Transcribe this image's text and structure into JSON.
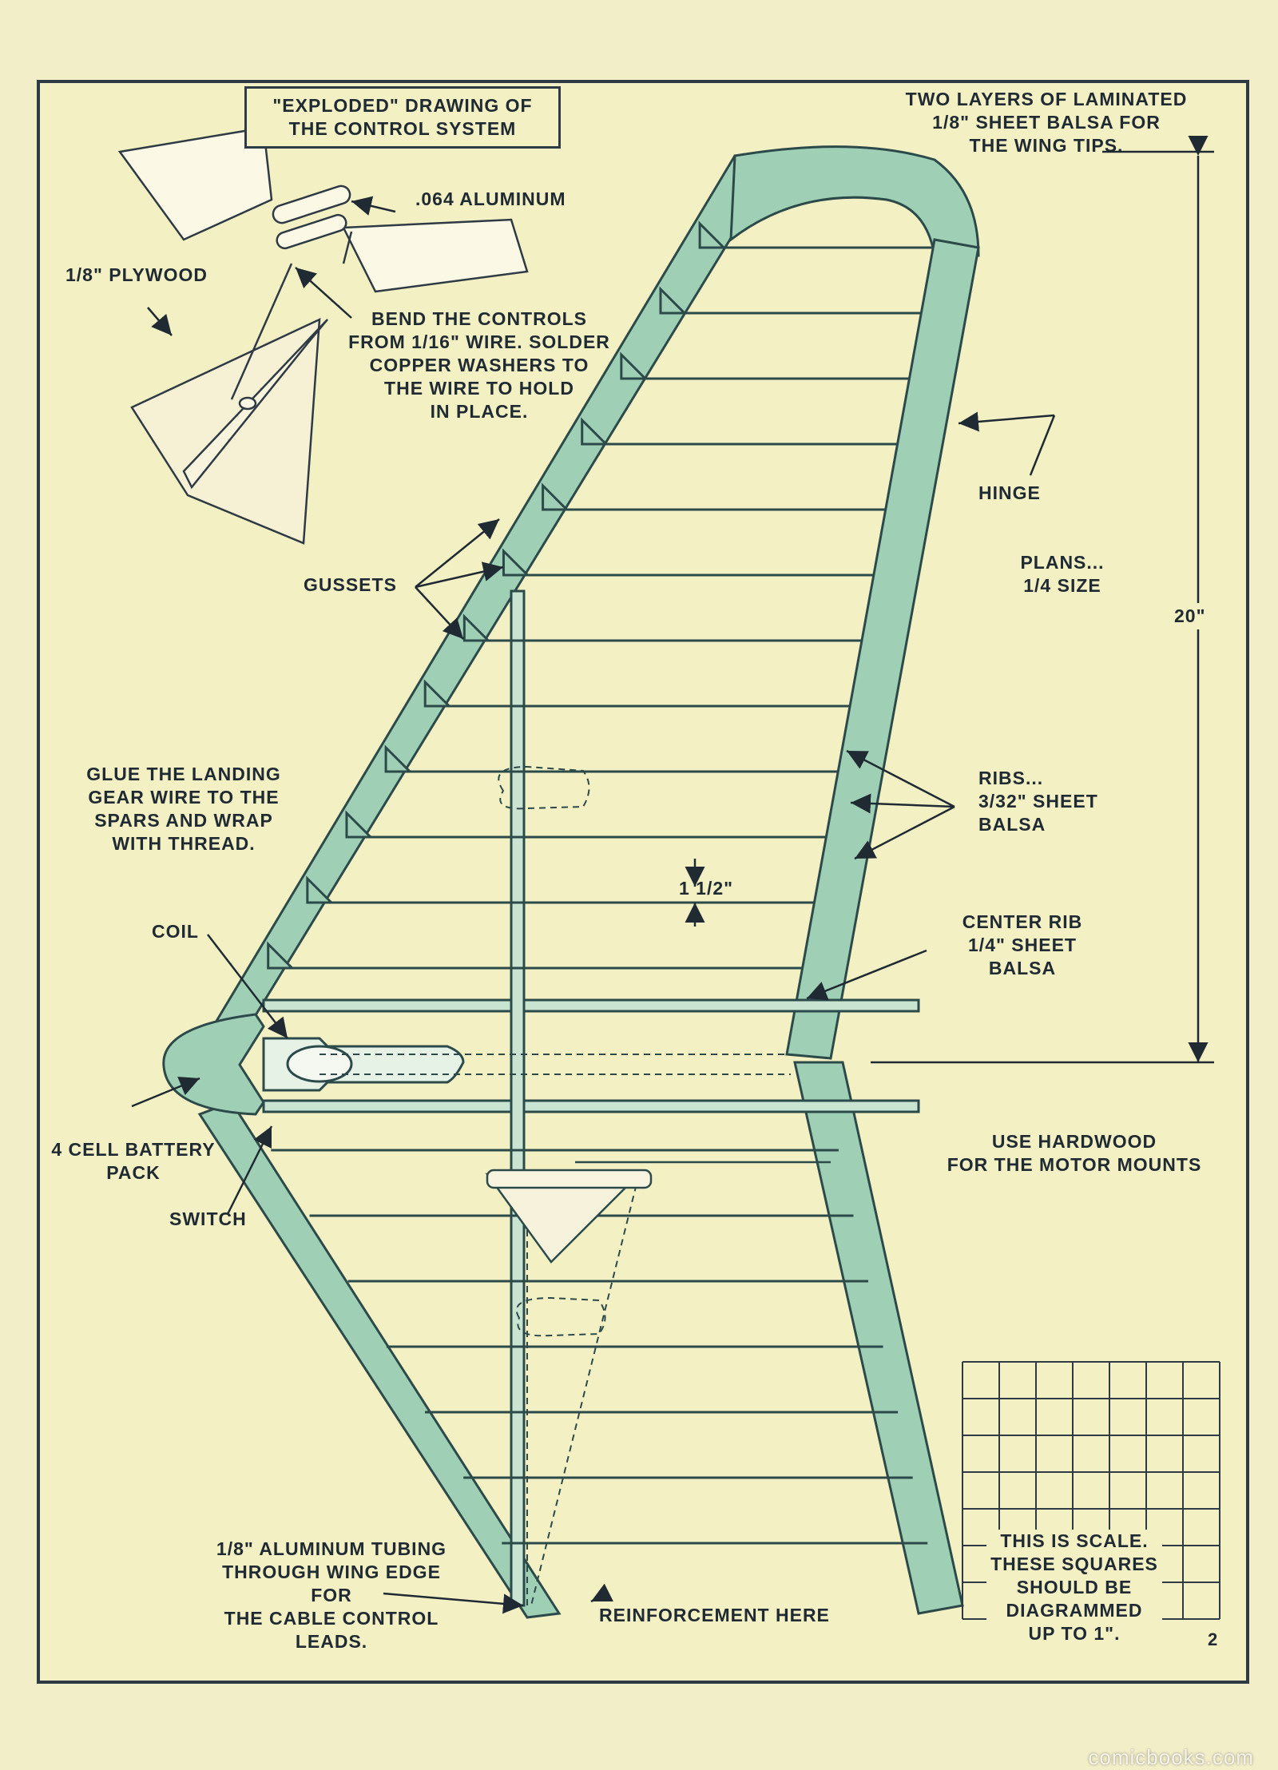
{
  "title": "\"EXPLODED\" DRAWING OF\nTHE CONTROL SYSTEM",
  "labels": {
    "wing_tips": "TWO LAYERS OF LAMINATED\n1/8\" SHEET BALSA FOR\nTHE WING TIPS.",
    "aluminum": ".064 ALUMINUM",
    "plywood": "1/8\" PLYWOOD",
    "bend_controls": "BEND THE CONTROLS\nFROM 1/16\" WIRE. SOLDER\nCOPPER WASHERS TO\nTHE WIRE TO HOLD\nIN PLACE.",
    "hinge": "HINGE",
    "plans_size": "PLANS...\n1/4 SIZE",
    "gussets": "GUSSETS",
    "dimension_20": "20\"",
    "landing_gear": "GLUE THE LANDING\nGEAR WIRE TO THE\nSPARS AND WRAP\nWITH THREAD.",
    "ribs": "RIBS...\n3/32\" SHEET\nBALSA",
    "rib_spacing": "1 1/2\"",
    "coil": "COIL",
    "center_rib": "CENTER RIB\n1/4\" SHEET\nBALSA",
    "battery": "4 CELL BATTERY\nPACK",
    "motor_mounts": "USE HARDWOOD\nFOR THE MOTOR MOUNTS",
    "switch": "SWITCH",
    "aluminum_tubing": "1/8\" ALUMINUM TUBING\nTHROUGH WING EDGE FOR\nTHE CABLE CONTROL\nLEADS.",
    "reinforcement": "REINFORCEMENT HERE",
    "scale_note": "THIS IS SCALE.\nTHESE SQUARES\nSHOULD BE\nDIAGRAMMED\nUP TO 1\"."
  },
  "page_number": "2",
  "watermark": "comicbooks.com",
  "colors": {
    "paper": "#f3f0c4",
    "wood_fill": "#9fcfb4",
    "wood_stroke": "#2c4a4a",
    "ink": "#1f2a33"
  }
}
